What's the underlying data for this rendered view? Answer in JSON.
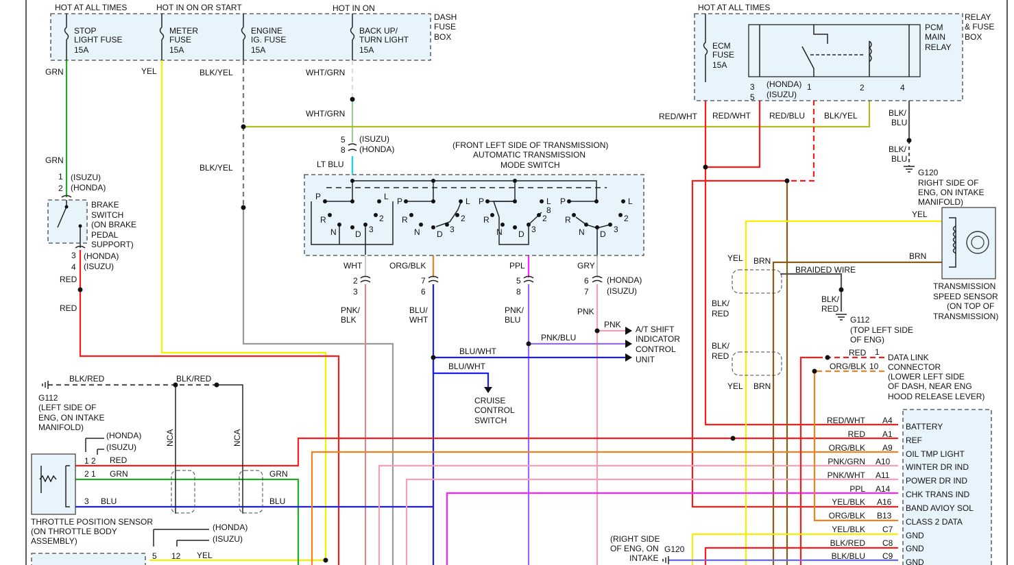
{
  "colors": {
    "red": "#ff1a1a",
    "grn": "#22aa22",
    "yel": "#f2f200",
    "blu": "#1a1aff",
    "orange": "#f08020",
    "pink": "#f4a0b0",
    "magenta": "#ff20ff",
    "brown": "#8b5a14",
    "olive": "#b8b820",
    "gray": "#999999",
    "cyan": "#00e0f0"
  },
  "top": {
    "hot_all_times": "HOT AT ALL TIMES",
    "hot_on_start": "HOT IN ON OR START",
    "hot_in_on": "HOT IN ON",
    "dash1": "DASH",
    "dash2": "FUSE",
    "dash3": "BOX"
  },
  "fuses": [
    {
      "a": "STOP",
      "b": "LIGHT FUSE",
      "c": "15A"
    },
    {
      "a": "METER",
      "b": "FUSE",
      "c": "15A"
    },
    {
      "a": "ENGINE",
      "b": "IG. FUSE",
      "c": "15A"
    },
    {
      "a": "BACK UP/",
      "b": "TURN LIGHT",
      "c": "15A"
    }
  ],
  "wires": {
    "grn1": "GRN",
    "yel1": "YEL",
    "blkyel1": "BLK/YEL",
    "whtgrn1": "WHT/GRN",
    "whtgrn2": "WHT/GRN",
    "blkyel2": "BLK/YEL",
    "grn2": "GRN",
    "redwht1": "RED/WHT",
    "redwht2": "RED/WHT",
    "redblu": "RED/BLU",
    "blkyel3": "BLK/YEL",
    "blkblu1a": "BLK/",
    "blkblu1b": "BLU",
    "blkblu2a": "BLK/",
    "blkblu2b": "BLU",
    "ltblu": "LT BLU",
    "red1": "RED",
    "red2": "RED"
  },
  "relay": {
    "hot": "HOT AT ALL TIMES",
    "box1": "RELAY",
    "box2": "& FUSE",
    "box3": "BOX",
    "ecm1": "ECM",
    "ecm2": "FUSE",
    "ecm3": "15A",
    "pcm1": "PCM",
    "pcm2": "MAIN",
    "pcm3": "RELAY",
    "p3": "3",
    "honda": "(HONDA)",
    "p5": "5",
    "isuzu": "(ISUZU)",
    "p1": "1",
    "p2": "2",
    "p4": "4"
  },
  "g120": {
    "name": "G120",
    "l1": "RIGHT SIDE OF",
    "l2": "ENG, ON INTAKE",
    "l3": "MANIFOLD)"
  },
  "mode_switch": {
    "t1": "(FRONT LEFT SIDE OF TRANSMISSION)",
    "t2": "AUTOMATIC TRANSMISSION",
    "t3": "MODE SWITCH",
    "c5": "5",
    "isuzu": "(ISUZU)",
    "c8": "8",
    "honda": "(HONDA)",
    "pos": [
      "P",
      "L",
      "R",
      "N",
      "D",
      "2",
      "3"
    ],
    "extra8": "8",
    "out": [
      "WHT",
      "ORG/BLK",
      "PPL",
      "GRY"
    ],
    "pins": [
      [
        "2",
        "3"
      ],
      [
        "7",
        "6"
      ],
      [
        "5",
        "8"
      ],
      [
        "6",
        "7"
      ]
    ],
    "pin_honda": "(HONDA)",
    "pin_isuzu": "(ISUZU)",
    "below": [
      [
        "PNK/",
        "BLK"
      ],
      [
        "BLU/",
        "WHT"
      ],
      [
        "PNK/",
        "BLU"
      ],
      [
        "PNK"
      ]
    ]
  },
  "at_unit": {
    "pnk": "PNK",
    "pnkblu": "PNK/BLU",
    "bluwht": "BLU/WHT",
    "l1": "A/T SHIFT",
    "l2": "INDICATOR",
    "l3": "CONTROL",
    "l4": "UNIT"
  },
  "cruise": {
    "bluwht": "BLU/WHT",
    "l1": "CRUISE",
    "l2": "CONTROL",
    "l3": "SWITCH"
  },
  "brake": {
    "p1": "1",
    "isuzu": "(ISUZU)",
    "p2": "2",
    "honda": "(HONDA)",
    "l1": "BRAKE",
    "l2": "SWITCH",
    "l3": "(ON BRAKE",
    "l4": "PEDAL",
    "l5": "SUPPORT)",
    "p3": "3",
    "honda2": "(HONDA)",
    "p4": "4",
    "isuzu2": "(ISUZU)"
  },
  "g112_left": {
    "blkred1": "BLK/RED",
    "blkred2": "BLK/RED",
    "name": "G112",
    "l1": "(LEFT SIDE OF",
    "l2": "ENG, ON INTAKE",
    "l3": "MANIFOLD)",
    "nca": "NCA"
  },
  "tps": {
    "honda": "(HONDA)",
    "isuzu": "(ISUZU)",
    "r1": "1  2",
    "red": "RED",
    "r2": "2  1",
    "grn": "GRN",
    "r3": "3",
    "blu": "BLU",
    "grn2": "GRN",
    "blu2": "BLU",
    "l1": "THROTTLE POSITION SENSOR",
    "l2": "(ON THROTTLE BODY",
    "l3": "ASSEMBLY)",
    "honda2": "(HONDA)",
    "isuzu2": "(ISUZU)",
    "p5": "5",
    "p12": "12",
    "yel": "YEL"
  },
  "vss": {
    "yel": "YEL",
    "brn": "BRN",
    "l1": "TRANSMISSION",
    "l2": "SPEED SENSOR",
    "l3": "(ON TOP OF",
    "l4": "TRANSMISSION)",
    "yel2": "YEL",
    "brn2": "BRN",
    "braided": "BRAIDED WIRE",
    "br1a": "BLK/",
    "br1b": "RED",
    "br2a": "BLK/",
    "br2b": "RED",
    "br3a": "BLK/",
    "br3b": "RED",
    "yel3": "YEL",
    "brn3": "BRN"
  },
  "g112_right": {
    "name": "G112",
    "l1": "(TOP LEFT SIDE",
    "l2": "OF ENG)"
  },
  "dlc": {
    "red": "RED",
    "p1": "1",
    "orgblk": "ORG/BLK",
    "p10": "10",
    "l1": "DATA LINK",
    "l2": "CONNECTOR",
    "l3": "(LOWER LEFT SIDE",
    "l4": "OF DASH, NEAR ENG",
    "l5": "HOOD RELEASE LEVER)"
  },
  "ecm_pins": [
    {
      "wire": "RED/WHT",
      "pin": "A4",
      "name": "BATTERY"
    },
    {
      "wire": "RED",
      "pin": "A1",
      "name": "REF"
    },
    {
      "wire": "ORG/BLK",
      "pin": "A9",
      "name": "OIL TMP LIGHT"
    },
    {
      "wire": "PNK/GRN",
      "pin": "A10",
      "name": "WINTER DR IND"
    },
    {
      "wire": "PNK/WHT",
      "pin": "A11",
      "name": "POWER DR IND"
    },
    {
      "wire": "PPL",
      "pin": "A14",
      "name": "CHK TRANS IND"
    },
    {
      "wire": "YEL/BLK",
      "pin": "A16",
      "name": "BAND AVIOY SOL"
    },
    {
      "wire": "ORG/BLK",
      "pin": "B13",
      "name": "CLASS 2 DATA"
    },
    {
      "wire": "YEL/BLK",
      "pin": "C7",
      "name": "GND"
    },
    {
      "wire": "BLK/RED",
      "pin": "C8",
      "name": "GND"
    },
    {
      "wire": "BLK/BLU",
      "pin": "C9",
      "name": "GND"
    }
  ],
  "g120_bottom": {
    "l1": "(RIGHT SIDE",
    "l2": "OF ENG, ON",
    "l3": "INTAKE",
    "name": "G120"
  }
}
